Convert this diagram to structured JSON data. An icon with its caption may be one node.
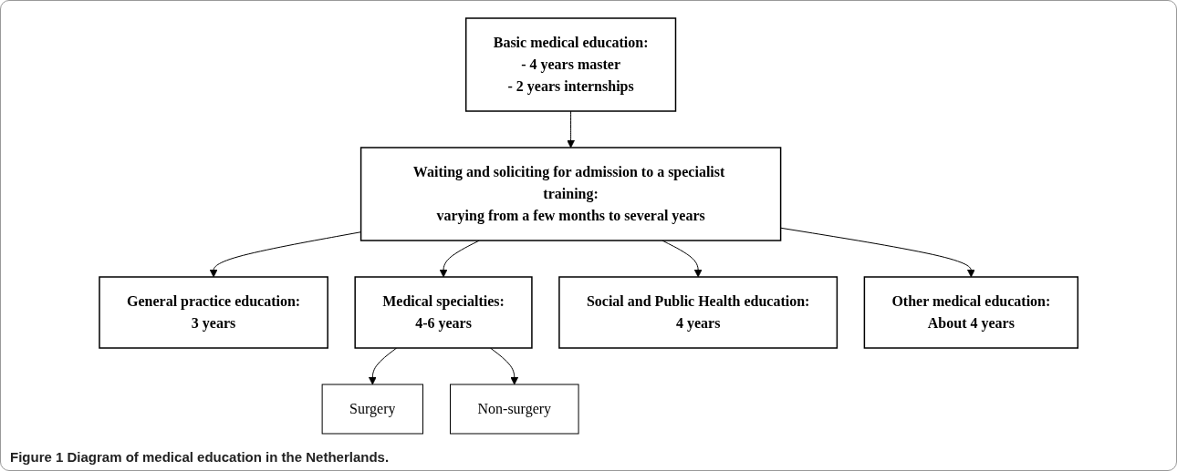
{
  "diagram": {
    "caption": "Figure 1 Diagram of medical education in the Netherlands.",
    "nodes": [
      {
        "text": [
          "Basic medical education:",
          "- 4 years master",
          "- 2 years internships"
        ]
      },
      {
        "text": [
          "Waiting and soliciting for admission to a specialist training:",
          "varying from a few months to several years"
        ]
      },
      {
        "text": [
          "General practice education:",
          "3 years"
        ]
      },
      {
        "text": [
          "Medical specialties:",
          "4-6 years"
        ]
      },
      {
        "text": [
          "Social and Public Health education:",
          "4 years"
        ]
      },
      {
        "text": [
          "Other medical education:",
          "About 4 years"
        ]
      },
      {
        "text": [
          "Surgery"
        ]
      },
      {
        "text": [
          "Non-surgery"
        ]
      }
    ],
    "edges": [
      {
        "from": 0,
        "to": 1,
        "arrow": "to"
      },
      {
        "from": 1,
        "to": 2,
        "arrow": "to"
      },
      {
        "from": 1,
        "to": 3,
        "arrow": "to"
      },
      {
        "from": 1,
        "to": 4,
        "arrow": "to"
      },
      {
        "from": 1,
        "to": 5,
        "arrow": "to"
      },
      {
        "from": 3,
        "to": 6,
        "arrow": "to"
      },
      {
        "from": 3,
        "to": 7,
        "arrow": "to"
      }
    ]
  }
}
